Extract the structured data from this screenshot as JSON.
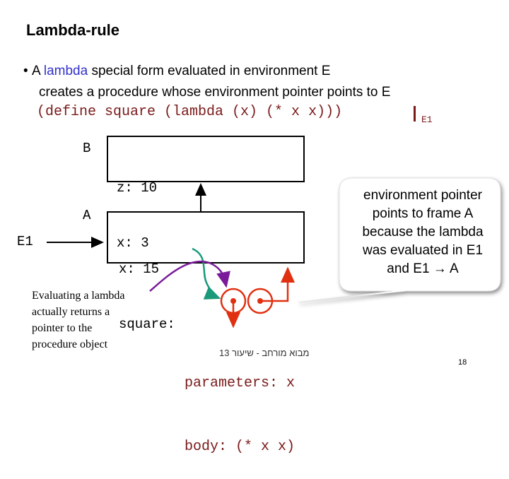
{
  "slide": {
    "title": "Lambda-rule",
    "bullet_dot": "•",
    "bullet_pre": "A ",
    "bullet_highlight": "lambda",
    "bullet_post1": " special form evaluated in environment E",
    "bullet_line2": "creates a procedure whose environment pointer points to E",
    "code": "(define square (lambda (x) (* x x)))",
    "code_env": "E1",
    "frame_b": {
      "label": "B",
      "bindings": [
        "z: 10",
        "x: 3"
      ]
    },
    "frame_a": {
      "label": "A",
      "bindings": [
        "x: 15",
        "square:"
      ]
    },
    "env_label": "E1",
    "eval_note": [
      "Evaluating a lambda",
      "actually returns a",
      "pointer to the",
      "procedure object"
    ],
    "callout": [
      "environment pointer",
      "points to frame A",
      "because the lambda",
      "was evaluated in E1",
      "and E1 → A"
    ],
    "procedure": {
      "params": "parameters: x",
      "body": "body: (* x x)"
    },
    "footer": "מבוא מורחב - שיעור 13",
    "page_number": "18"
  },
  "colors": {
    "code": "#7a1a1a",
    "highlight": "#3333cc",
    "pointer_red": "#e03010",
    "arrow_green": "#1a9a7a",
    "arrow_purple": "#7a1a9a",
    "callout_fill": "#ffffff"
  }
}
